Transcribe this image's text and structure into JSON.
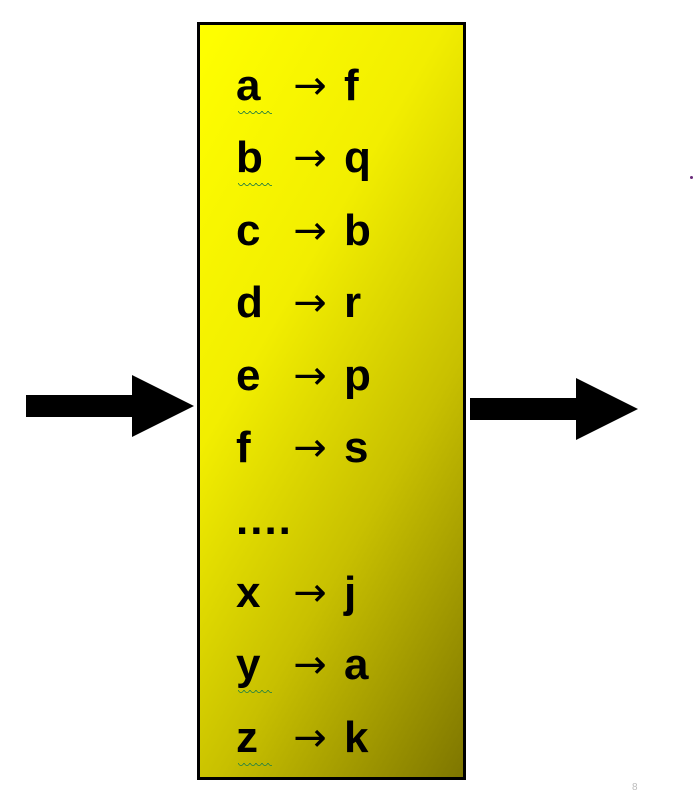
{
  "mapping": [
    {
      "plain": "a",
      "cipher": "f",
      "squiggle": true
    },
    {
      "plain": "b",
      "cipher": "q",
      "squiggle": true
    },
    {
      "plain": "c",
      "cipher": "b",
      "squiggle": false
    },
    {
      "plain": "d",
      "cipher": "r",
      "squiggle": false
    },
    {
      "plain": "e",
      "cipher": "p",
      "squiggle": false
    },
    {
      "plain": "f",
      "cipher": "s",
      "squiggle": false
    },
    {
      "plain": "....",
      "cipher": "",
      "squiggle": false,
      "ellipsis": true
    },
    {
      "plain": "x",
      "cipher": "j",
      "squiggle": false
    },
    {
      "plain": "y",
      "cipher": "a",
      "squiggle": true
    },
    {
      "plain": "z",
      "cipher": "k",
      "squiggle": true
    }
  ],
  "arrow_symbol": "→",
  "page_number": "8",
  "colors": {
    "box_fill_light": "#ffff00",
    "box_fill_dark": "#7e7600",
    "arrow": "#000000"
  }
}
